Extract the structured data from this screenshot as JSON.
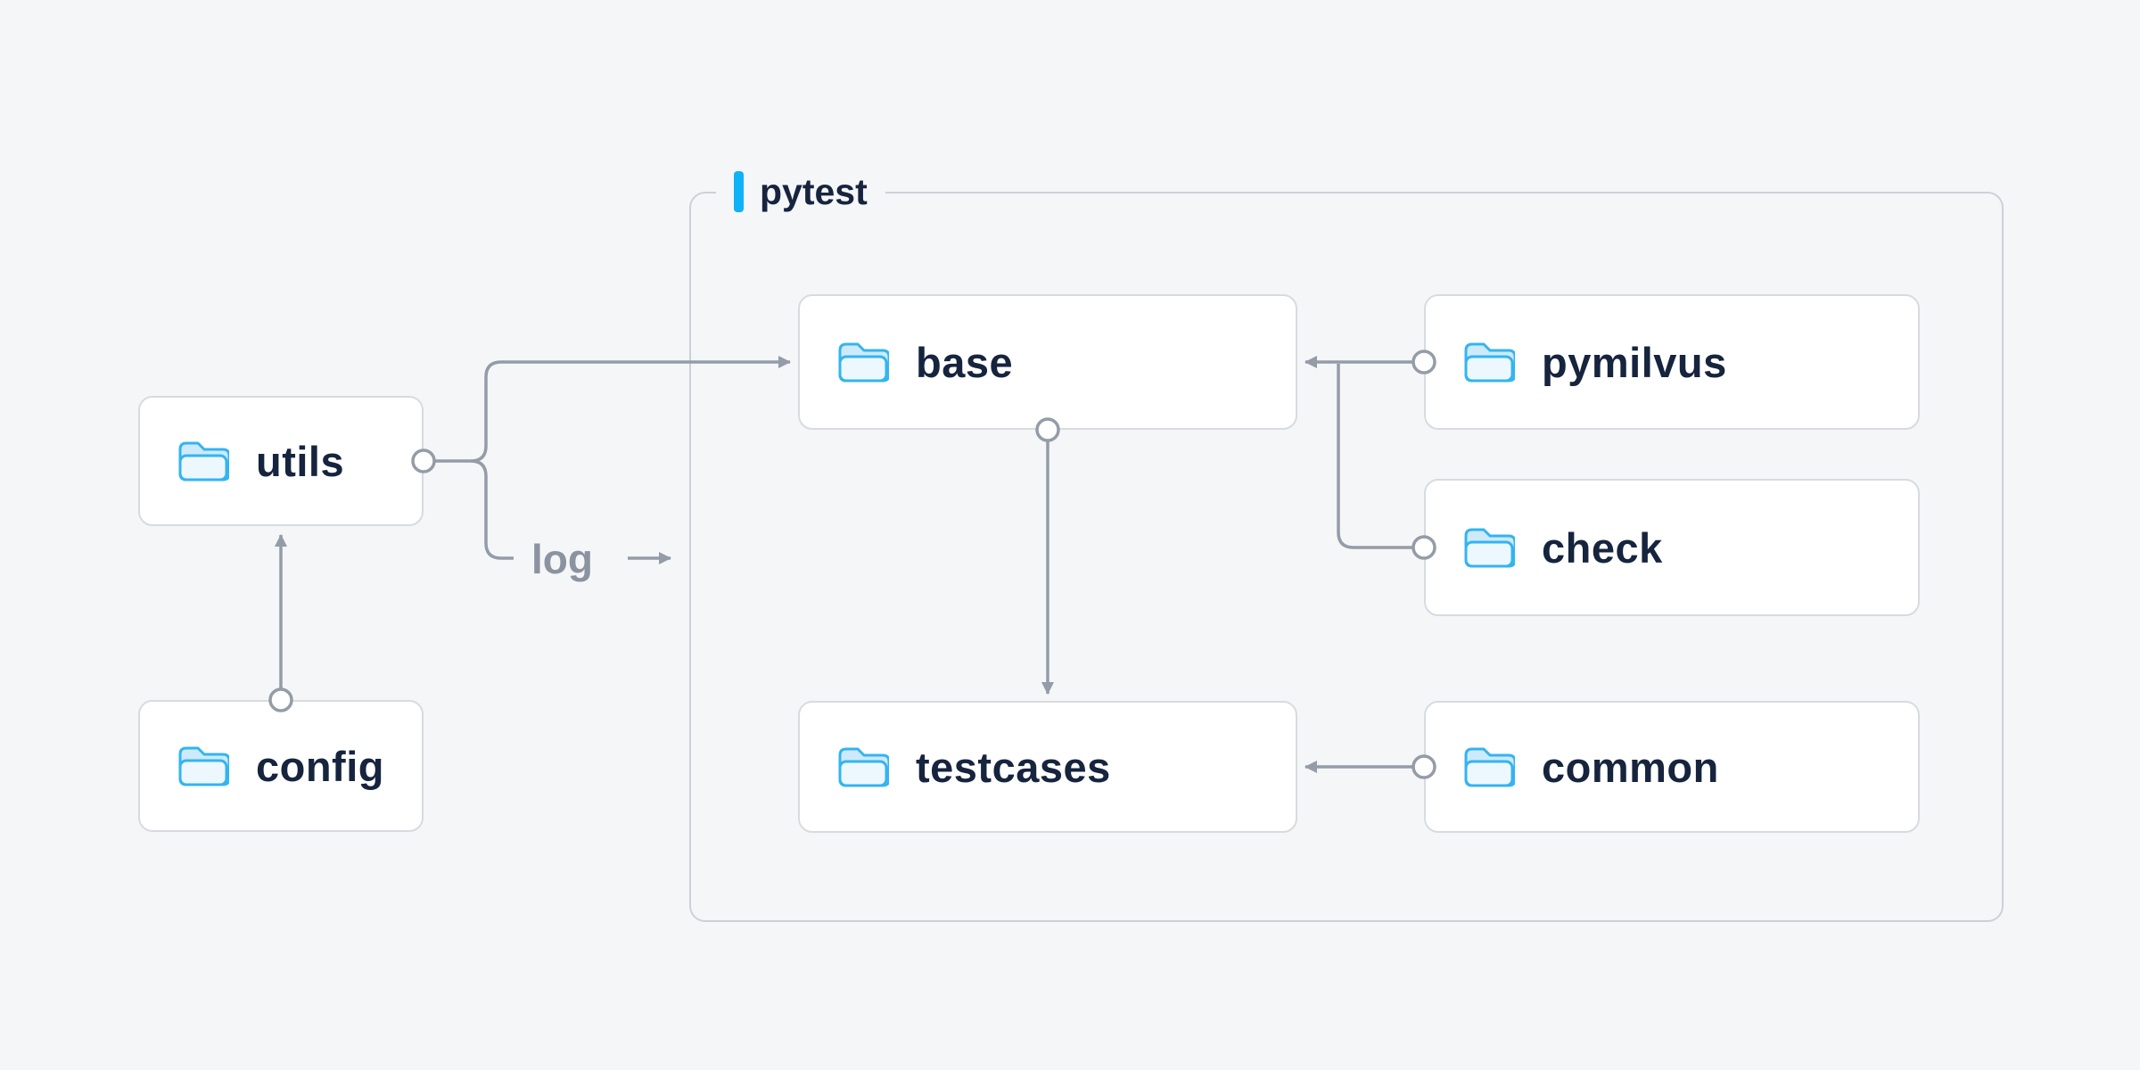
{
  "colors": {
    "background": "#f5f6f8",
    "node_background": "#ffffff",
    "node_border": "#d7dbe0",
    "group_border": "#ccd1d7",
    "text": "#16243e",
    "line": "#939ca7",
    "accent_bar": "#10b1f5",
    "muted_text": "#8b93a0",
    "folder_stroke": "#33b4f1",
    "folder_fill": "#cdeafb"
  },
  "group": {
    "label": "pytest"
  },
  "nodes": [
    {
      "id": "utils",
      "label": "utils"
    },
    {
      "id": "config",
      "label": "config"
    },
    {
      "id": "base",
      "label": "base"
    },
    {
      "id": "pymilvus",
      "label": "pymilvus"
    },
    {
      "id": "check",
      "label": "check"
    },
    {
      "id": "testcases",
      "label": "testcases"
    },
    {
      "id": "common",
      "label": "common"
    }
  ],
  "edges": [
    {
      "from": "config",
      "to": "utils",
      "label": ""
    },
    {
      "from": "utils",
      "to": "base",
      "label": ""
    },
    {
      "from": "utils",
      "to": "pytest",
      "label": "log"
    },
    {
      "from": "pymilvus",
      "to": "base",
      "label": ""
    },
    {
      "from": "check",
      "to": "base",
      "label": ""
    },
    {
      "from": "base",
      "to": "testcases",
      "label": ""
    },
    {
      "from": "common",
      "to": "testcases",
      "label": ""
    }
  ]
}
